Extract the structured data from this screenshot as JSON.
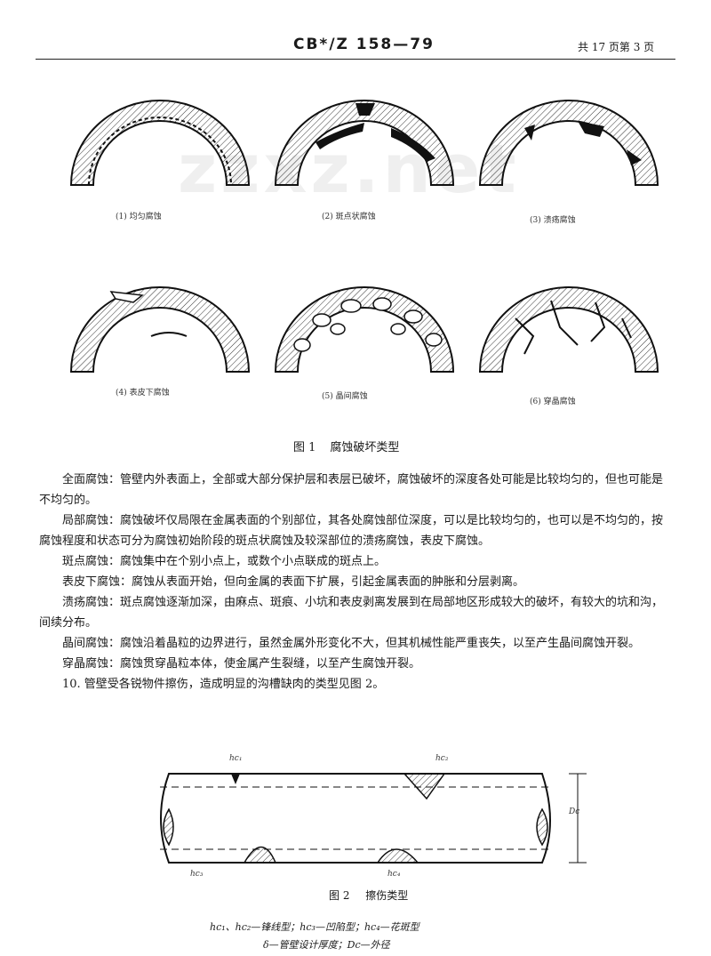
{
  "header": {
    "standard_number": "CB*/Z 158—79",
    "page_info": "共 17 页第 3 页"
  },
  "figure1": {
    "title_number": "图 1",
    "title_text": "腐蚀破坏类型",
    "captions": [
      "(1) 均匀腐蚀",
      "(2) 斑点状腐蚀",
      "(3) 溃疡腐蚀",
      "(4) 表皮下腐蚀",
      "(5) 晶间腐蚀",
      "(6) 穿晶腐蚀"
    ]
  },
  "body": {
    "paragraphs": [
      "全面腐蚀：管壁内外表面上，全部或大部分保护层和表层已破坏，腐蚀破坏的深度各处可能是比较均匀的，但也可能是不均匀的。",
      "局部腐蚀：腐蚀破坏仅局限在金属表面的个别部位，其各处腐蚀部位深度，可以是比较均匀的，也可以是不均匀的，按腐蚀程度和状态可分为腐蚀初始阶段的斑点状腐蚀及较深部位的溃疡腐蚀，表皮下腐蚀。",
      "斑点腐蚀：腐蚀集中在个别小点上，或数个小点联成的斑点上。",
      "表皮下腐蚀：腐蚀从表面开始，但向金属的表面下扩展，引起金属表面的肿胀和分层剥离。",
      "溃疡腐蚀：斑点腐蚀逐渐加深，由麻点、斑痕、小坑和表皮剥离发展到在局部地区形成较大的破坏，有较大的坑和沟，间续分布。",
      "晶间腐蚀：腐蚀沿着晶粒的边界进行，虽然金属外形变化不大，但其机械性能严重丧失，以至产生晶间腐蚀开裂。",
      "穿晶腐蚀：腐蚀贯穿晶粒本体，使金属产生裂缝，以至产生腐蚀开裂。",
      "10. 管壁受各锐物件擦伤，造成明显的沟槽缺肉的类型见图 2。"
    ]
  },
  "figure2": {
    "title_number": "图 2",
    "title_text": "擦伤类型",
    "legend_line1": "hc₁、hc₂—锋线型；hc₃—凹陷型；hc₄—花斑型",
    "legend_line2": "δ—管壁设计厚度；Dc—外径",
    "dim_labels": [
      "hc₁",
      "hc₂",
      "hc₃",
      "hc₄",
      "Dc"
    ]
  },
  "watermark": "zzxz.net",
  "colors": {
    "ink": "#1a1a1a",
    "background": "#ffffff"
  }
}
